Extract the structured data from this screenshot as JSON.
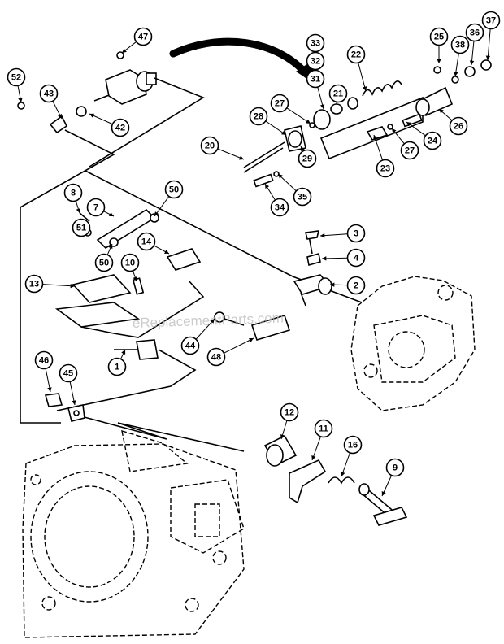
{
  "watermark": "eReplacementParts.com",
  "callouts": [
    {
      "label": "47"
    },
    {
      "label": "52"
    },
    {
      "label": "43"
    },
    {
      "label": "42"
    },
    {
      "label": "33"
    },
    {
      "label": "32"
    },
    {
      "label": "31"
    },
    {
      "label": "22"
    },
    {
      "label": "21"
    },
    {
      "label": "27"
    },
    {
      "label": "28"
    },
    {
      "label": "29"
    },
    {
      "label": "20"
    },
    {
      "label": "34"
    },
    {
      "label": "35"
    },
    {
      "label": "25"
    },
    {
      "label": "38"
    },
    {
      "label": "36"
    },
    {
      "label": "37"
    },
    {
      "label": "26"
    },
    {
      "label": "24"
    },
    {
      "label": "27"
    },
    {
      "label": "23"
    },
    {
      "label": "8"
    },
    {
      "label": "7"
    },
    {
      "label": "50"
    },
    {
      "label": "51"
    },
    {
      "label": "50"
    },
    {
      "label": "14"
    },
    {
      "label": "10"
    },
    {
      "label": "13"
    },
    {
      "label": "3"
    },
    {
      "label": "4"
    },
    {
      "label": "2"
    },
    {
      "label": "44"
    },
    {
      "label": "48"
    },
    {
      "label": "1"
    },
    {
      "label": "46"
    },
    {
      "label": "45"
    },
    {
      "label": "12"
    },
    {
      "label": "11"
    },
    {
      "label": "16"
    },
    {
      "label": "9"
    }
  ]
}
